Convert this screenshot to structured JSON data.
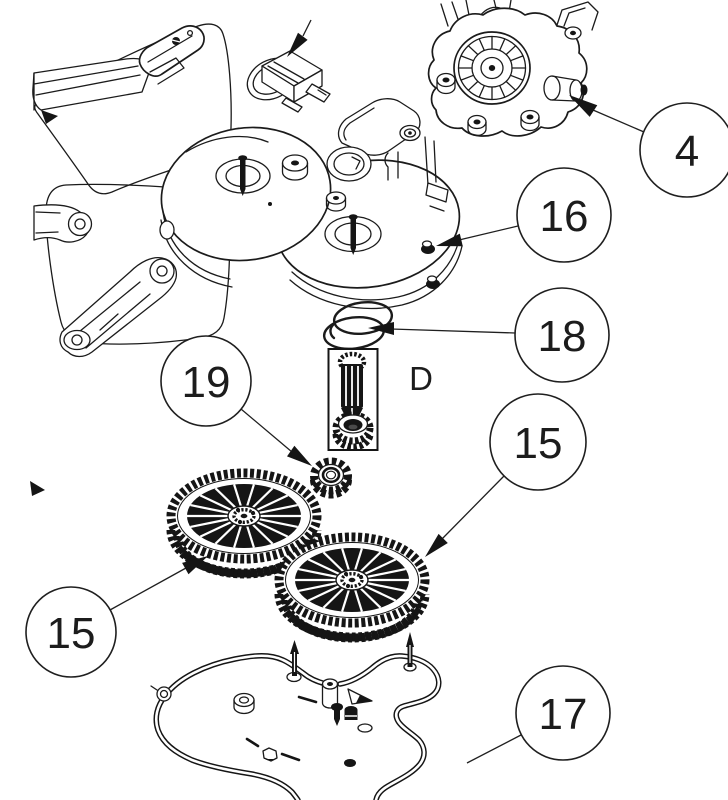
{
  "diagram": {
    "background_color": "#ffffff",
    "line_color": "#1b1b1b",
    "detail_label": "D",
    "callouts": {
      "motor": {
        "label": "4"
      },
      "gearbox_cover": {
        "label": "16"
      },
      "retaining_spring": {
        "label": "18"
      },
      "pinion_gear": {
        "label": "19"
      },
      "spur_gear_right": {
        "label": "15"
      },
      "spur_gear_left": {
        "label": "15"
      },
      "base_plate": {
        "label": "17"
      }
    }
  }
}
